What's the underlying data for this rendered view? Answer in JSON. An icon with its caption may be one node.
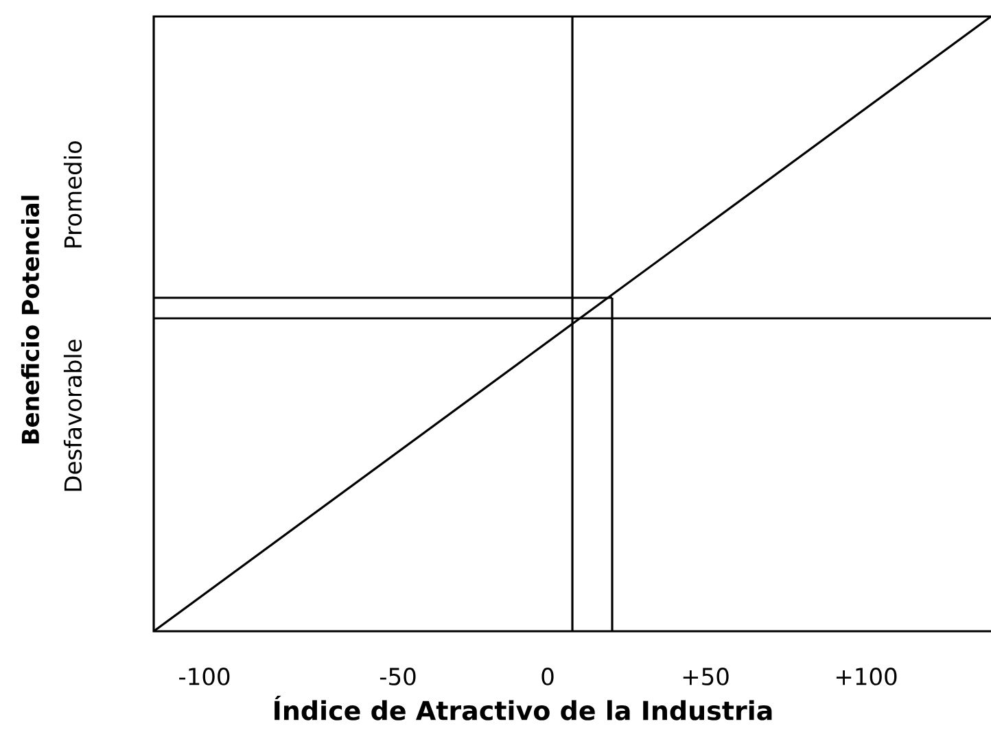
{
  "diagram": {
    "labels": [
      "Beneficio Potencial",
      "Desfavorable",
      "Promedio",
      "-100",
      "-50",
      "0",
      "+50",
      "+100",
      "Índice de Atractivo de la Industria"
    ]
  }
}
